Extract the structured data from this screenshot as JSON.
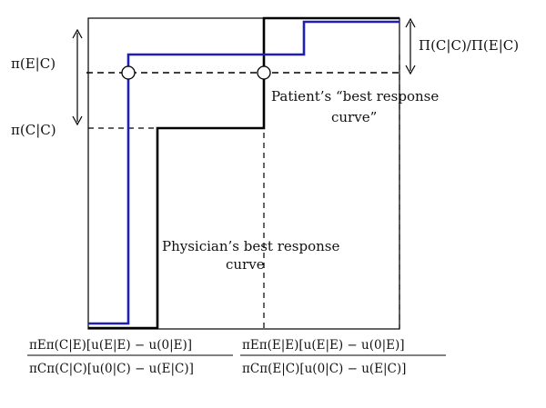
{
  "labels": {
    "y_upper": "π(E|C)",
    "y_lower": "π(C|C)",
    "ratio": "Π(C|C)/Π(E|C)",
    "patient_line1": "Patient’s “best response",
    "patient_line2": "curve”",
    "physician_line1": "Physician’s best response",
    "physician_line2": "curve"
  },
  "x_fractions": [
    {
      "numerator": "πEπ(C|E)[u(E|E) − u(0|E)]",
      "denominator": "πCπ(C|C)[u(0|C) − u(E|C)]"
    },
    {
      "numerator": "πEπ(E|E)[u(E|E) − u(0|E)]",
      "denominator": "πCπ(E|C)[u(0|C) − u(E|C)]"
    }
  ],
  "colors": {
    "patient_curve": "#1f1fb4",
    "physician_curve": "#000000",
    "frame": "#000000"
  }
}
